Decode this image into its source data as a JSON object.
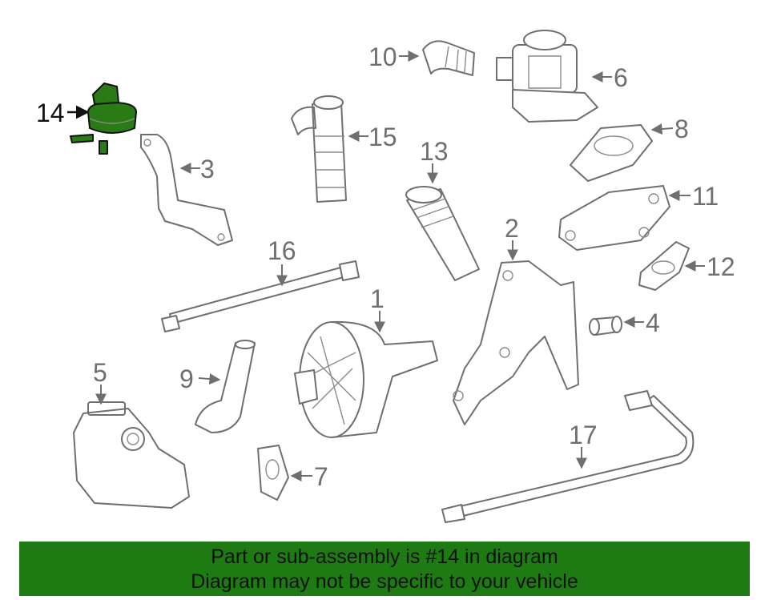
{
  "callouts": {
    "c1": "1",
    "c2": "2",
    "c3": "3",
    "c4": "4",
    "c5": "5",
    "c6": "6",
    "c7": "7",
    "c8": "8",
    "c9": "9",
    "c10": "10",
    "c11": "11",
    "c12": "12",
    "c13": "13",
    "c14": "14",
    "c15": "15",
    "c16": "16",
    "c17": "17"
  },
  "highlighted_part": "14",
  "colors": {
    "highlight": "#2a7a16",
    "banner": "#1e7a12",
    "line_art": "#6f6f6f"
  },
  "banner": {
    "line1": "Part or sub-assembly is #14 in diagram",
    "line2": "Diagram may not be specific to your vehicle"
  }
}
